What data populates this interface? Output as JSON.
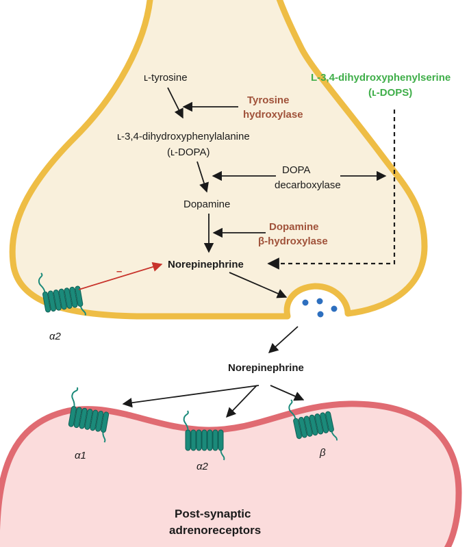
{
  "colors": {
    "presynaptic_fill": "#f9f0dc",
    "presynaptic_stroke": "#eebd45",
    "postsynaptic_fill": "#fbdcdc",
    "postsynaptic_stroke": "#e06b72",
    "receptor": "#1b8a7a",
    "enzyme_text": "#a0523a",
    "drug_text": "#3fae49",
    "vesicle_dot": "#2d6fbf",
    "inhibit_arrow": "#c8332b"
  },
  "pathway": {
    "tyrosine": "ʟ-tyrosine",
    "ldopa_line1": "ʟ-3,4-dihydroxyphenylalanine",
    "ldopa_line2": "(ʟ-DOPA)",
    "dopamine": "Dopamine",
    "norepinephrine": "Norepinephrine"
  },
  "enzymes": {
    "tyrosine_hydroxylase_line1": "Tyrosine",
    "tyrosine_hydroxylase_line2": "hydroxylase",
    "dopa_decarboxylase_line1": "DOPA",
    "dopa_decarboxylase_line2": "decarboxylase",
    "dbh_line1": "Dopamine",
    "dbh_line2": "β-hydroxylase"
  },
  "drug": {
    "line1": "L-3,4-dihydroxyphenylserine",
    "line2": "(ʟ-DOPS)"
  },
  "inhibition_sign": "–",
  "released": "Norepinephrine",
  "receptors": {
    "presynaptic": "α2",
    "post_alpha1": "α1",
    "post_alpha2": "α2",
    "post_beta": "β"
  },
  "postsynaptic_title_line1": "Post-synaptic",
  "postsynaptic_title_line2": "adrenoreceptors"
}
